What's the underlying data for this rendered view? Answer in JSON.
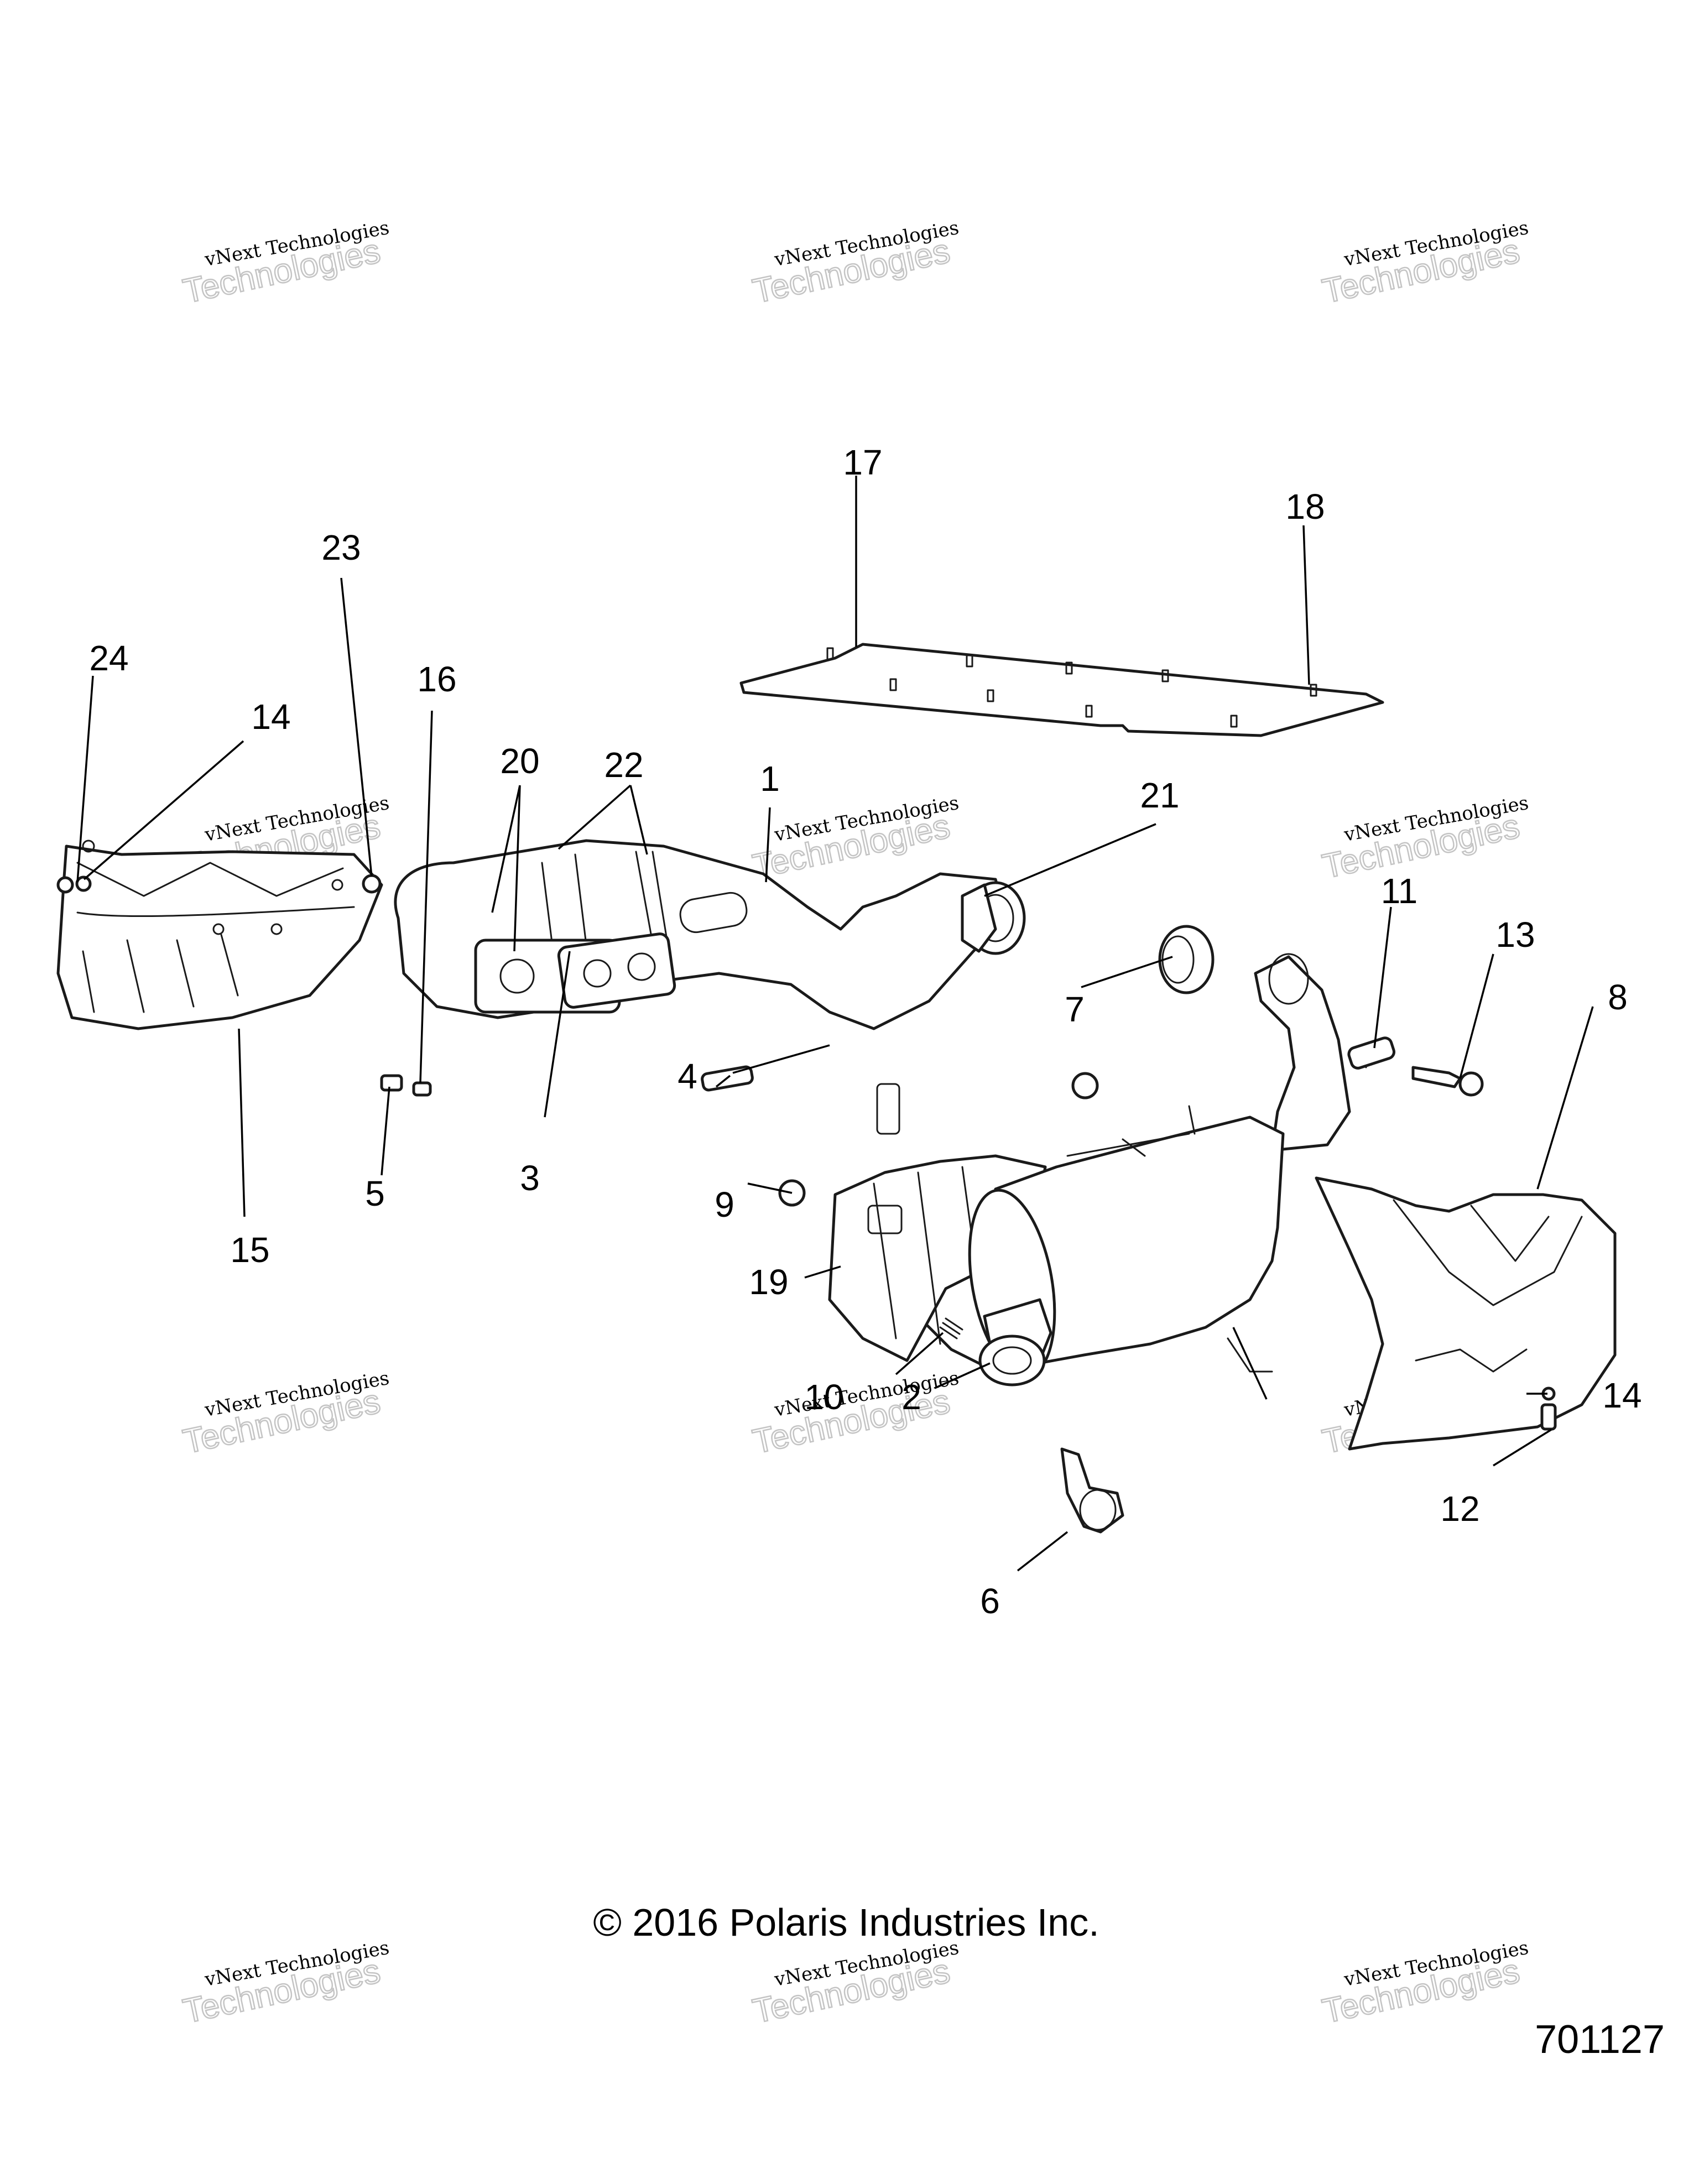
{
  "copyright": "© 2016 Polaris Industries Inc.",
  "figure_number": "701127",
  "watermark": {
    "line1": "vNext Technologies",
    "line2": "Technologies"
  },
  "callouts": [
    "1",
    "2",
    "3",
    "4",
    "5",
    "6",
    "7",
    "8",
    "9",
    "10",
    "11",
    "12",
    "13",
    "14",
    "14",
    "15",
    "16",
    "17",
    "18",
    "19",
    "20",
    "21",
    "22",
    "23",
    "24"
  ]
}
